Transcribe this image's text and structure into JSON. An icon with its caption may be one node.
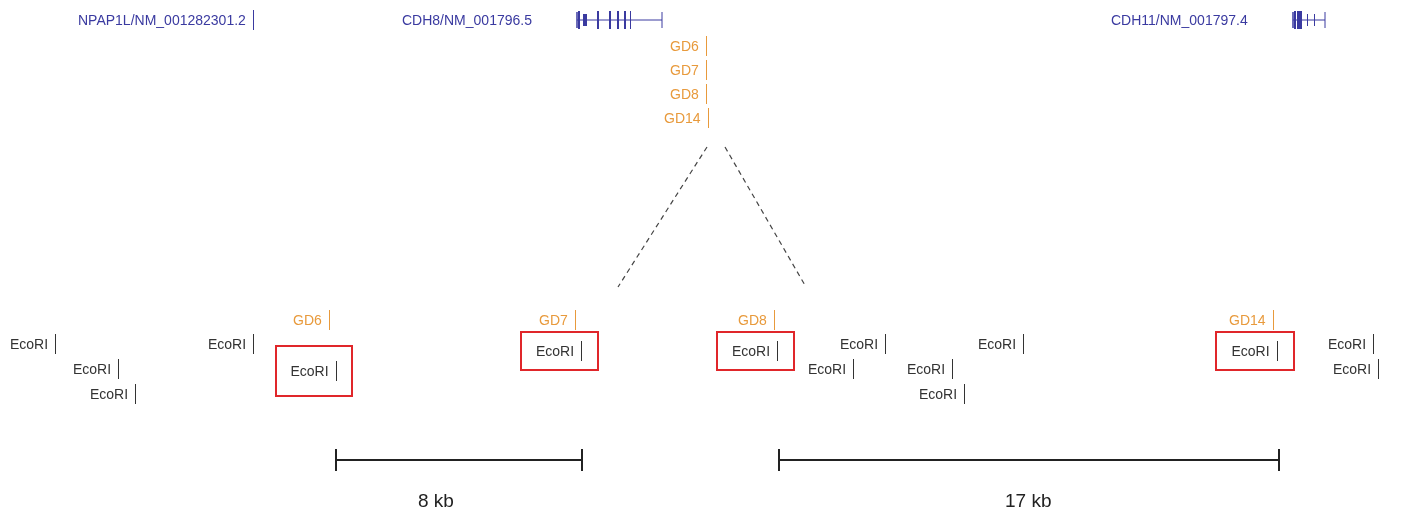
{
  "diagram": {
    "nodes": [
      {
        "text": [
          "EcoRI"
        ]
      },
      {
        "text": [
          "EcoRI"
        ]
      },
      {
        "text": [
          "EcoRI"
        ]
      },
      {
        "text": [
          "EcoRI"
        ]
      }
    ],
    "labels": [
      "NPAP1L/NM_001282301.2",
      "CDH8/NM_001796.5",
      "CDH11/NM_001797.4",
      "GD6",
      "GD7",
      "GD8",
      "GD14",
      "EcoRI",
      "GD6",
      "EcoRI",
      "GD7",
      "GD8",
      "EcoRI",
      "EcoRI",
      "GD14",
      "EcoRI",
      "EcoRI",
      "EcoRI",
      "EcoRI",
      "EcoRI",
      "EcoRI",
      "EcoRI",
      "8 kb",
      "17 kb"
    ]
  }
}
